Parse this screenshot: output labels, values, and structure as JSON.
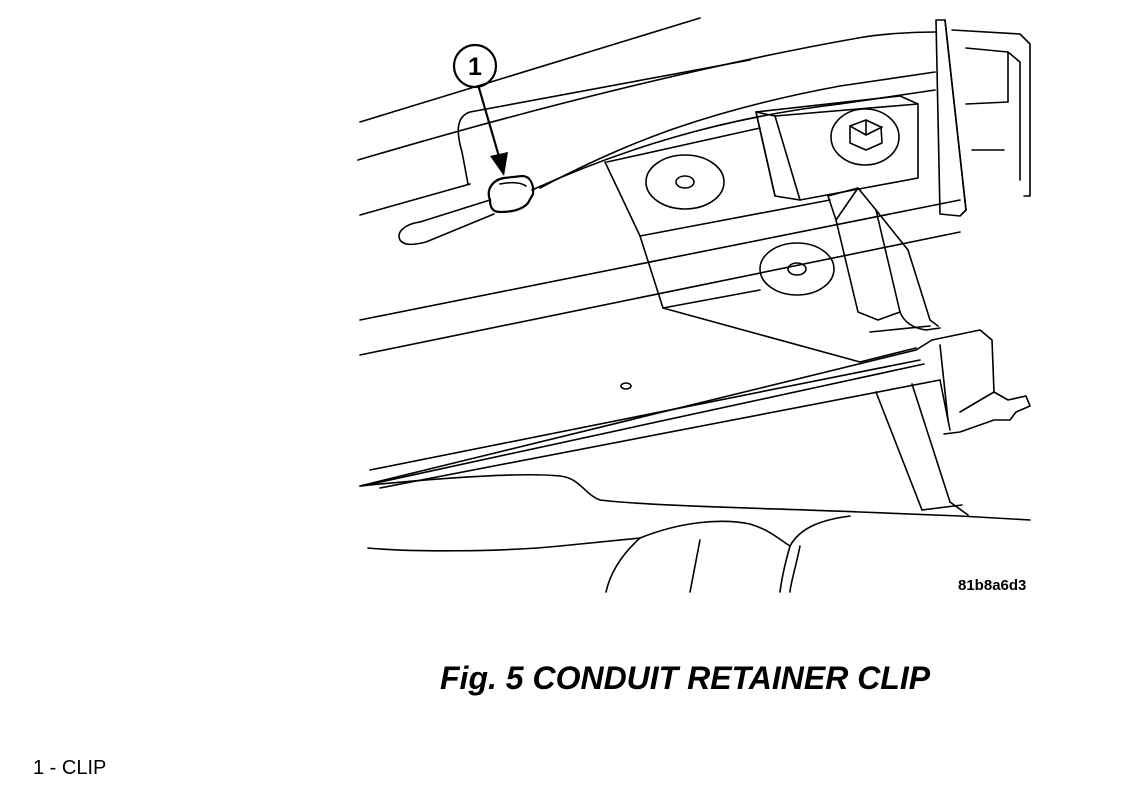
{
  "callout": {
    "number": "1"
  },
  "figure_code": "81b8a6d3",
  "caption": "Fig. 5 CONDUIT RETAINER CLIP",
  "legend": {
    "item_1": "1 - CLIP"
  }
}
